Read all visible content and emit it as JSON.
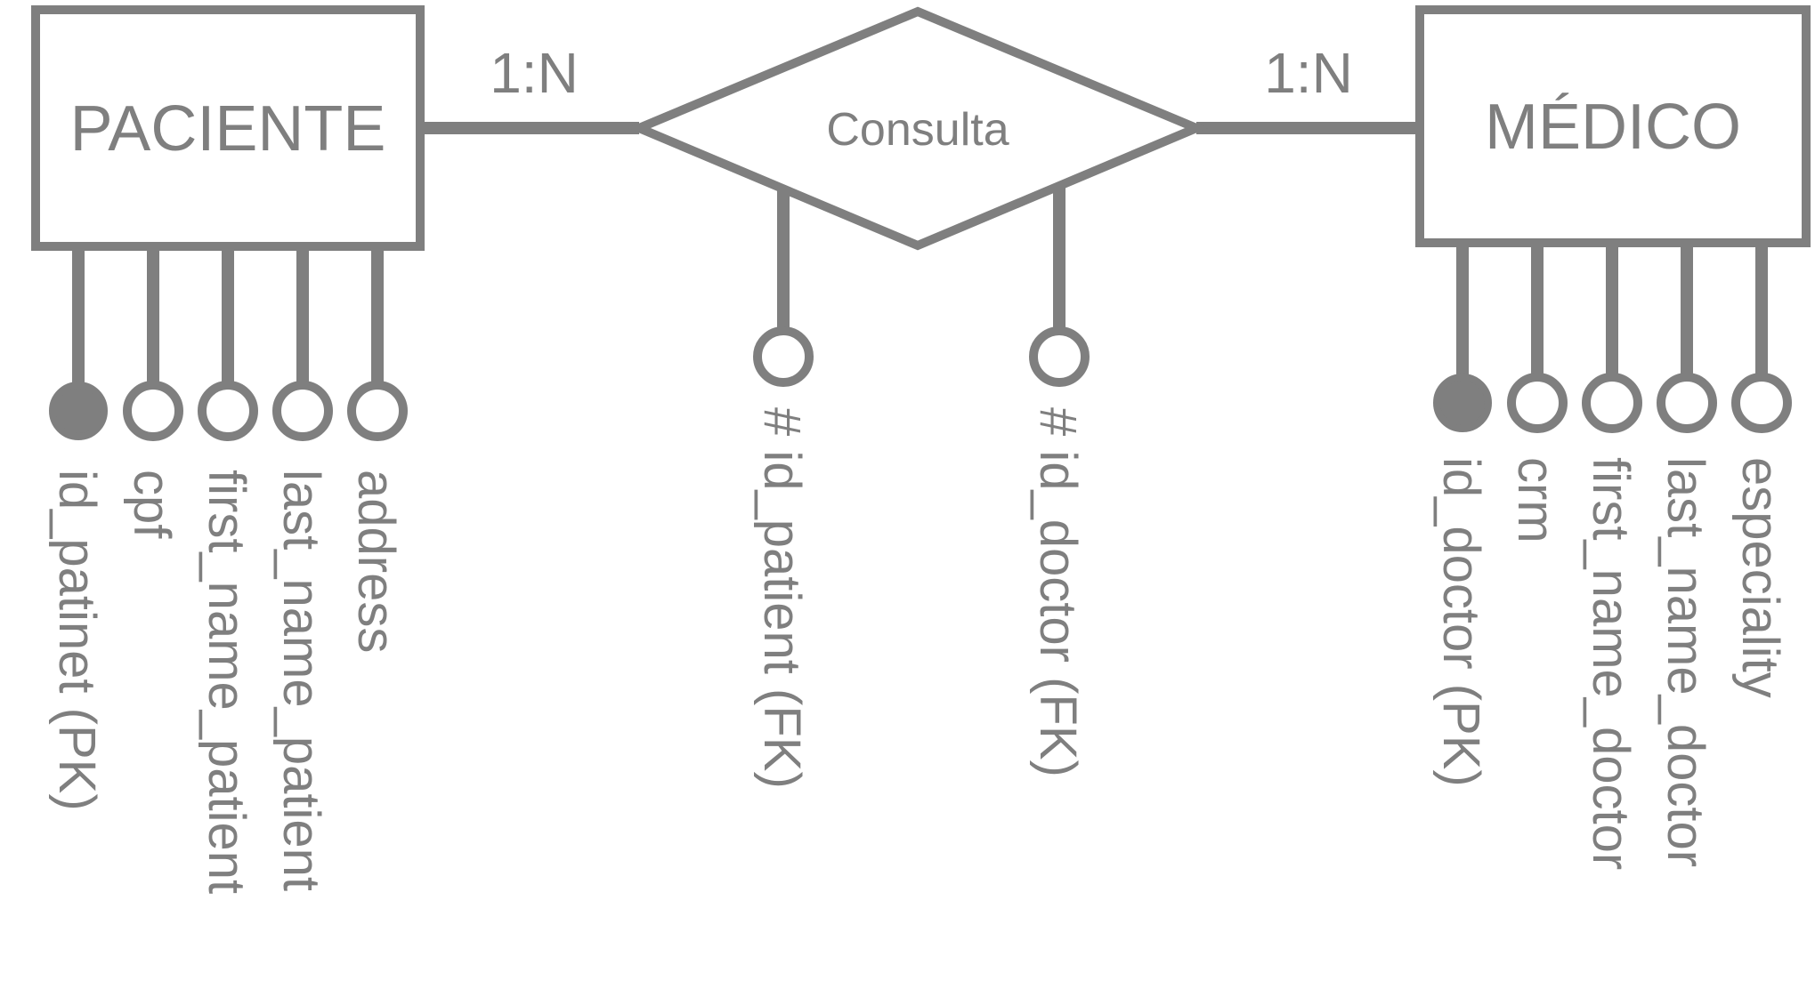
{
  "colors": {
    "stroke": "#7f7f7f",
    "fill_pk": "#7f7f7f",
    "background": "#ffffff"
  },
  "entities": {
    "paciente": {
      "name": "PACIENTE",
      "attributes": [
        {
          "name": "id_patinet (PK)",
          "key": true
        },
        {
          "name": "cpf",
          "key": false
        },
        {
          "name": "first_name_patient",
          "key": false
        },
        {
          "name": "last_name_patient",
          "key": false
        },
        {
          "name": "address",
          "key": false
        }
      ]
    },
    "medico": {
      "name": "MÉDICO",
      "attributes": [
        {
          "name": "id_doctor (PK)",
          "key": true
        },
        {
          "name": "crm",
          "key": false
        },
        {
          "name": "first_name_doctor",
          "key": false
        },
        {
          "name": "last_name_doctor",
          "key": false
        },
        {
          "name": "especiality",
          "key": false
        }
      ]
    }
  },
  "relationship": {
    "name": "Consulta",
    "cardinality_left": "1:N",
    "cardinality_right": "1:N",
    "attributes": [
      {
        "name": "# id_patient (FK)",
        "key": false
      },
      {
        "name": "# id_doctor (FK)",
        "key": false
      }
    ]
  }
}
